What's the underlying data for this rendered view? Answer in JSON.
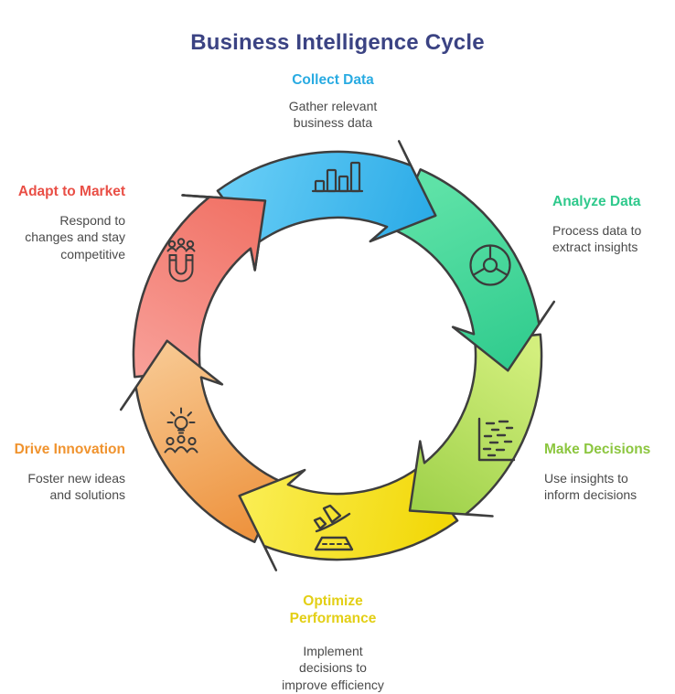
{
  "title": "Business Intelligence Cycle",
  "title_color": "#3b4383",
  "body_text_color": "#4a4a4a",
  "outline_color": "#3e3e3e",
  "icon_stroke_color": "#3b3b3b",
  "background_color": "#ffffff",
  "steps": [
    {
      "id": "collect-data",
      "label": "Collect Data",
      "description": "Gather relevant\nbusiness data",
      "label_color": "#29abe2",
      "icon": "bar-chart-icon",
      "gradient": [
        "#6cd0f7",
        "#28a9e6"
      ]
    },
    {
      "id": "analyze-data",
      "label": "Analyze Data",
      "description": "Process data to\nextract insights",
      "label_color": "#2fc98c",
      "icon": "pie-chart-icon",
      "gradient": [
        "#5ee2a7",
        "#2bc98b"
      ]
    },
    {
      "id": "make-decisions",
      "label": "Make Decisions",
      "description": "Use insights to\ninform decisions",
      "label_color": "#8cc63f",
      "icon": "scatter-chart-icon",
      "gradient": [
        "#d3ef7d",
        "#97cd43"
      ]
    },
    {
      "id": "optimize-performance",
      "label": "Optimize\nPerformance",
      "description": "Implement\ndecisions to\nimprove efficiency",
      "label_color": "#e3cf15",
      "icon": "airplane-takeoff-icon",
      "gradient": [
        "#f2d808",
        "#faee55"
      ]
    },
    {
      "id": "drive-innovation",
      "label": "Drive Innovation",
      "description": "Foster new ideas\nand solutions",
      "label_color": "#f0932e",
      "icon": "innovation-team-icon",
      "gradient": [
        "#ee9440",
        "#f8ca94"
      ]
    },
    {
      "id": "adapt-to-market",
      "label": "Adapt to Market",
      "description": "Respond to\nchanges and stay\ncompetitive",
      "label_color": "#e94f46",
      "icon": "magnet-attract-icon",
      "gradient": [
        "#f8a099",
        "#f06d60"
      ]
    }
  ]
}
